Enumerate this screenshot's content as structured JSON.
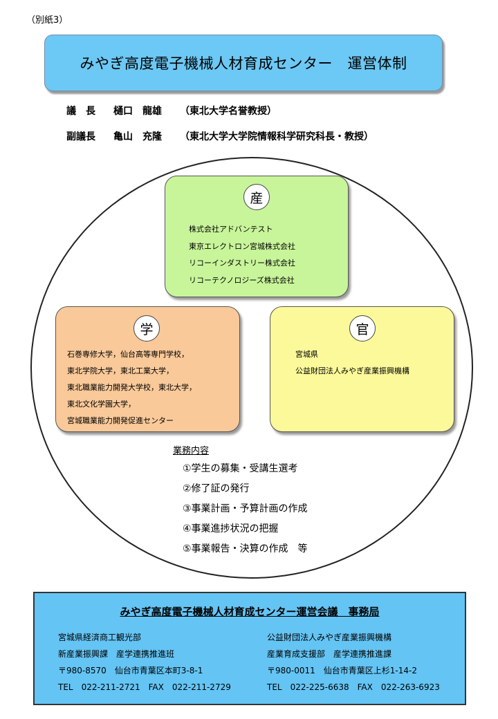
{
  "attachment_label": "（別紙3）",
  "title": "みやぎ高度電子機械人材育成センター　運営体制",
  "chair": {
    "role": "議　長",
    "name": "樋口　龍雄",
    "affiliation": "（東北大学名誉教授）"
  },
  "vice_chair": {
    "role": "副議長",
    "name": "亀山　充隆",
    "affiliation": "（東北大学大学院情報科学研究科長・教授）"
  },
  "industry": {
    "badge": "産",
    "orgs": [
      "株式会社アドバンテスト",
      "東京エレクトロン宮城株式会社",
      "リコーインダストリー株式会社",
      "リコーテクノロジーズ株式会社"
    ]
  },
  "academia": {
    "badge": "学",
    "orgs": [
      "石巻専修大学，仙台高等専門学校，",
      "東北学院大学，東北工業大学，",
      "東北職業能力開発大学校，東北大学，",
      "東北文化学園大学，",
      "宮城職業能力開発促進センター"
    ]
  },
  "government": {
    "badge": "官",
    "orgs": [
      "宮城県",
      "公益財団法人みやぎ産業振興機構"
    ]
  },
  "duties": {
    "title": "業務内容",
    "items": [
      "①学生の募集・受講生選考",
      "②修了証の発行",
      "③事業計画・予算計画の作成",
      "④事業進捗状況の把握",
      "⑤事業報告・決算の作成　等"
    ]
  },
  "office": {
    "title": "みやぎ高度電子機械人材育成センター運営会議　事務局",
    "left": [
      "宮城県経済商工観光部",
      "新産業振興課　産学連携推進班",
      "〒980-8570　仙台市青葉区本町3-8-1",
      "TEL　022-211-2721　FAX　022-211-2729"
    ],
    "right": [
      "公益財団法人みやぎ産業振興機構",
      "産業育成支援部　産学連携推進課",
      "〒980-0011　仙台市青葉区上杉1-14-2",
      "TEL　022-225-6638　FAX　022-263-6923"
    ]
  }
}
